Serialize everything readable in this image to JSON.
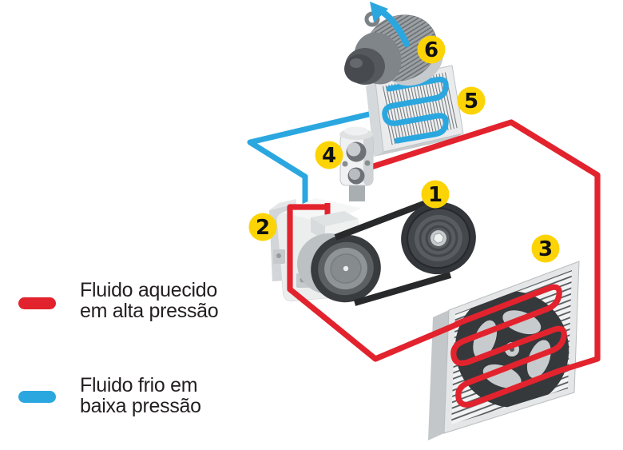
{
  "colors": {
    "hot": "#E2232E",
    "cold": "#2BA7E0",
    "badge_bg": "#FCD405",
    "badge_text": "#111111"
  },
  "legend": {
    "items": [
      {
        "color_key": "hot",
        "label_line1": "Fluido aquecido",
        "label_line2": "em alta pressão"
      },
      {
        "color_key": "cold",
        "label_line1": "Fluido frio em",
        "label_line2": "baixa pressão"
      }
    ]
  },
  "badges": [
    "1",
    "2",
    "3",
    "4",
    "5",
    "6"
  ]
}
